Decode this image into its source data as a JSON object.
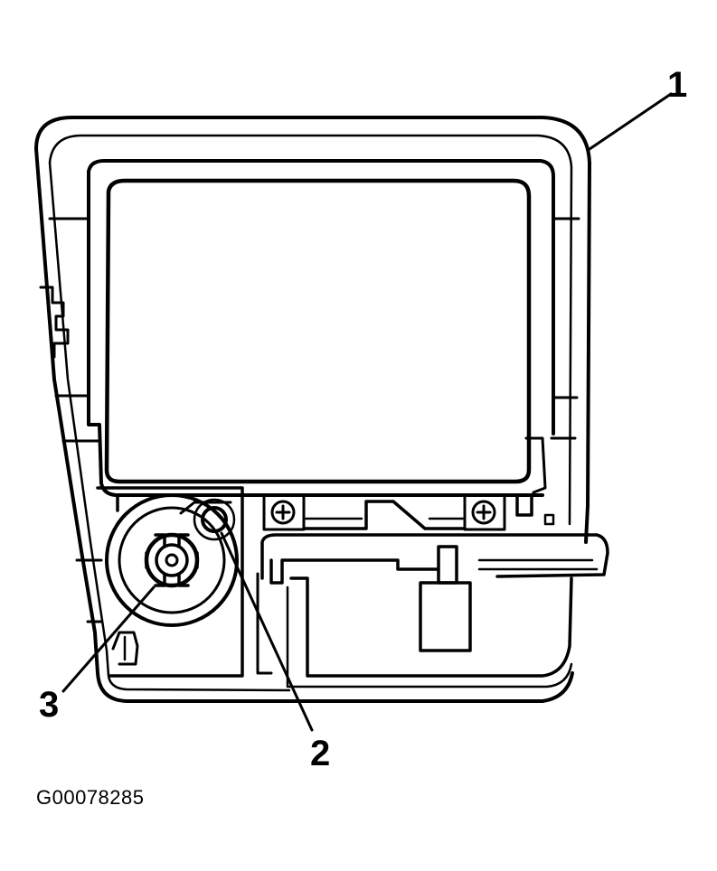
{
  "callouts": {
    "one": "1",
    "two": "2",
    "three": "3"
  },
  "figure_id": "G00078285",
  "colors": {
    "line": "#000000",
    "background": "#ffffff"
  }
}
